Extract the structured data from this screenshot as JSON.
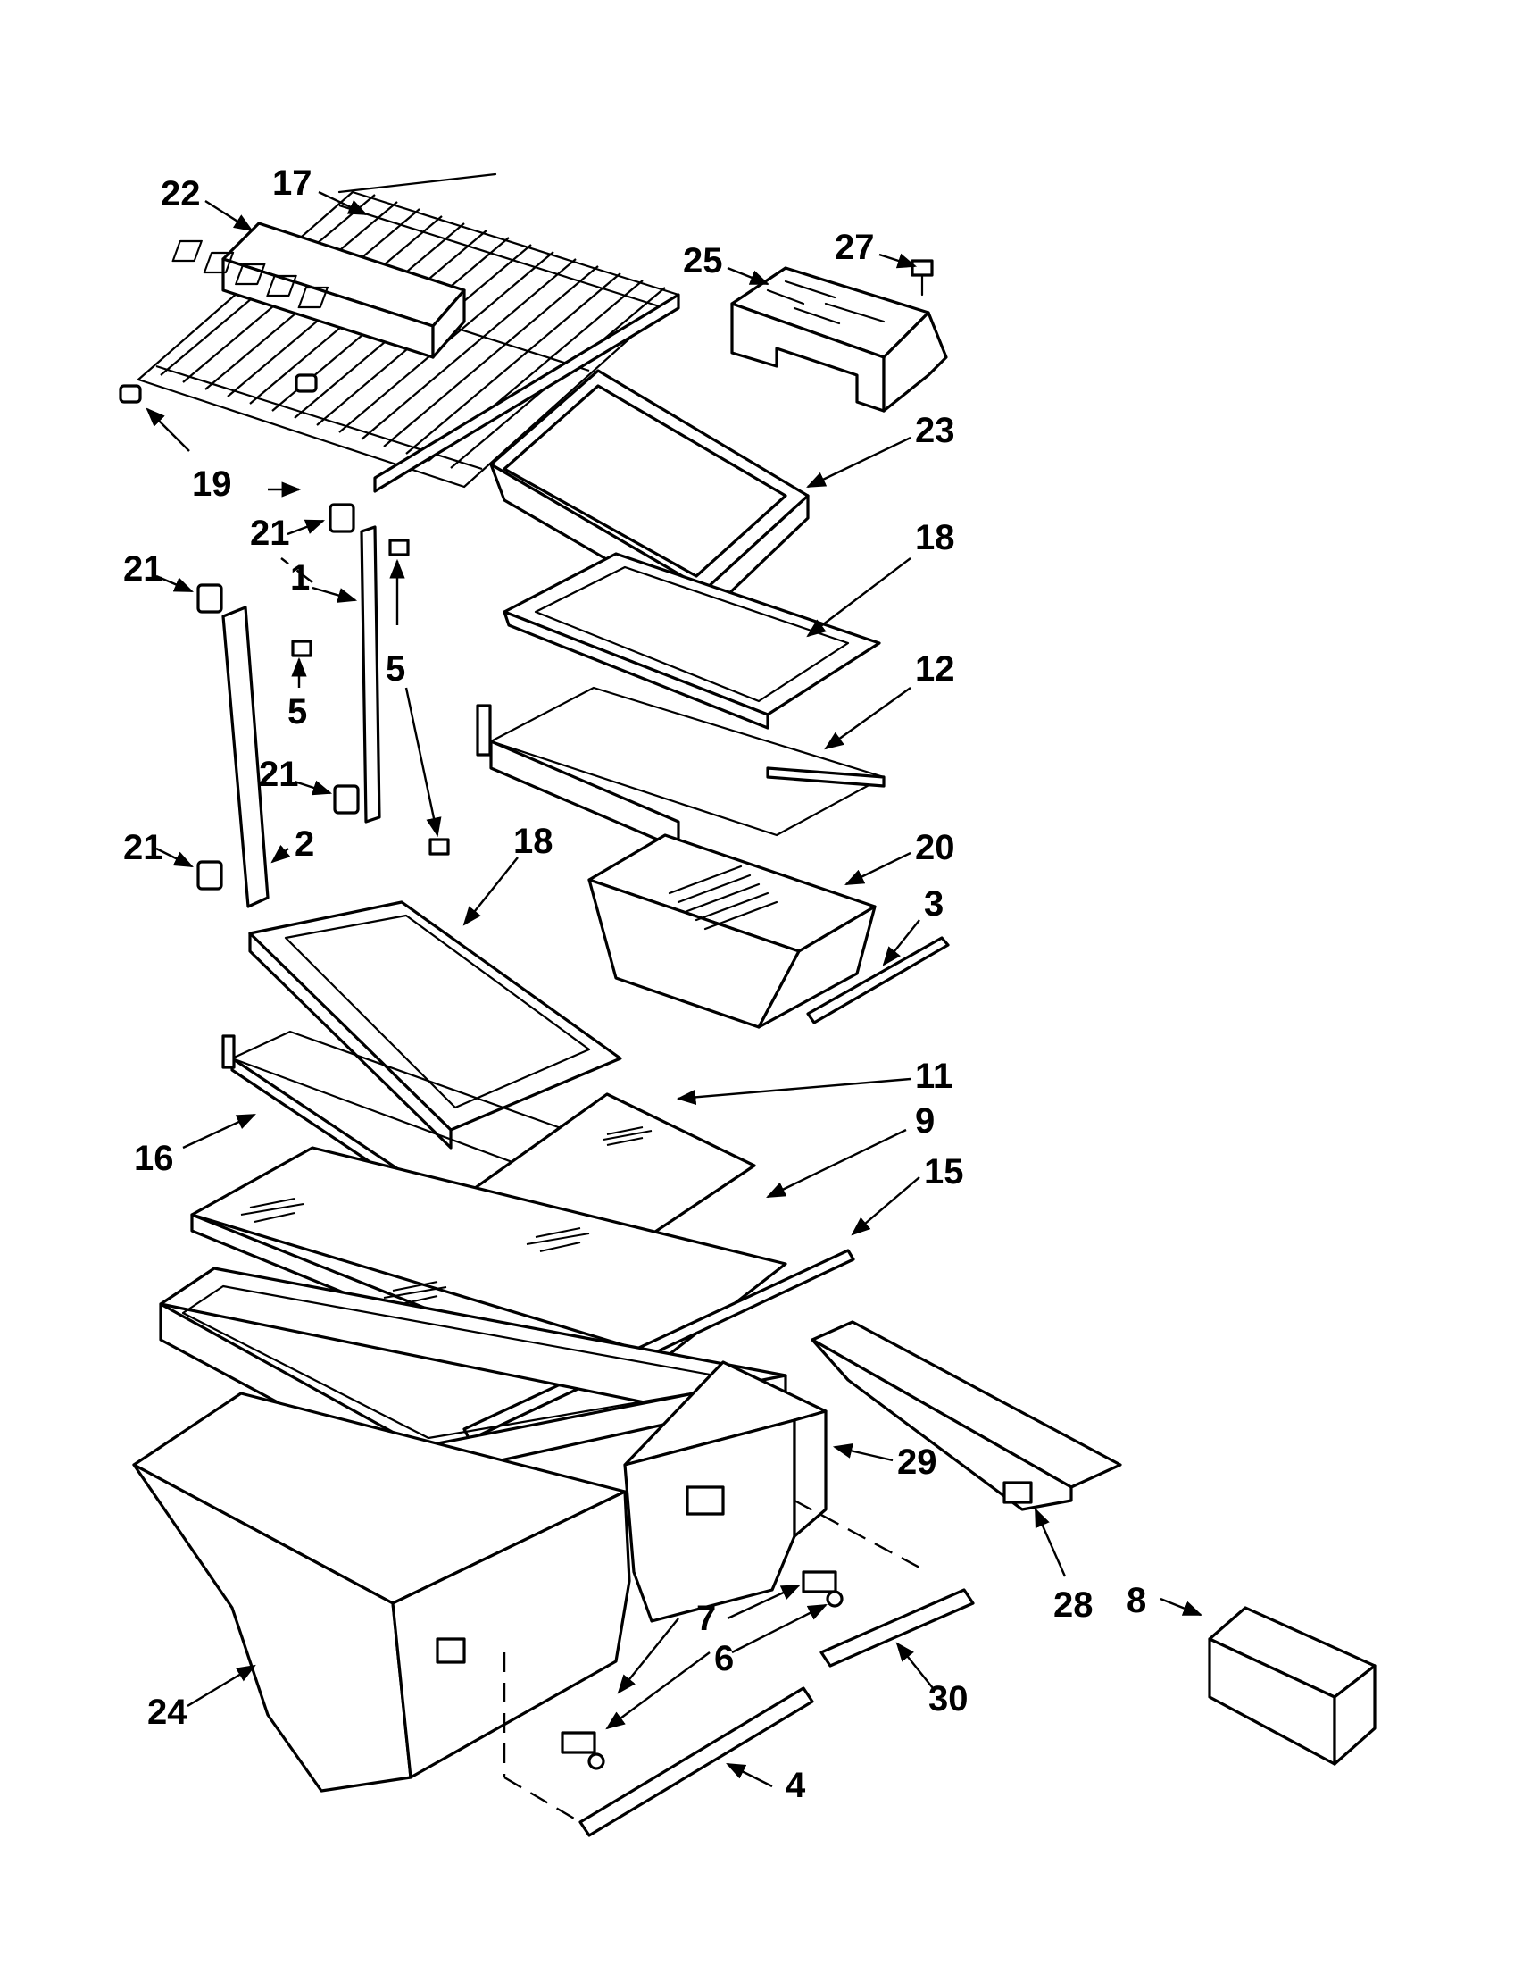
{
  "diagram": {
    "callouts": {
      "c22": "22",
      "c17": "17",
      "c27": "27",
      "c25": "25",
      "c23": "23",
      "c19": "19",
      "c21a": "21",
      "c21b": "21",
      "c21c": "21",
      "c21d": "21",
      "c1": "1",
      "c5a": "5",
      "c5b": "5",
      "c18a": "18",
      "c18b": "18",
      "c12": "12",
      "c2": "2",
      "c20": "20",
      "c3": "3",
      "c11": "11",
      "c9": "9",
      "c16": "16",
      "c15": "15",
      "c29": "29",
      "c28": "28",
      "c8": "8",
      "c7": "7",
      "c6": "6",
      "c24": "24",
      "c30": "30",
      "c4": "4"
    }
  }
}
